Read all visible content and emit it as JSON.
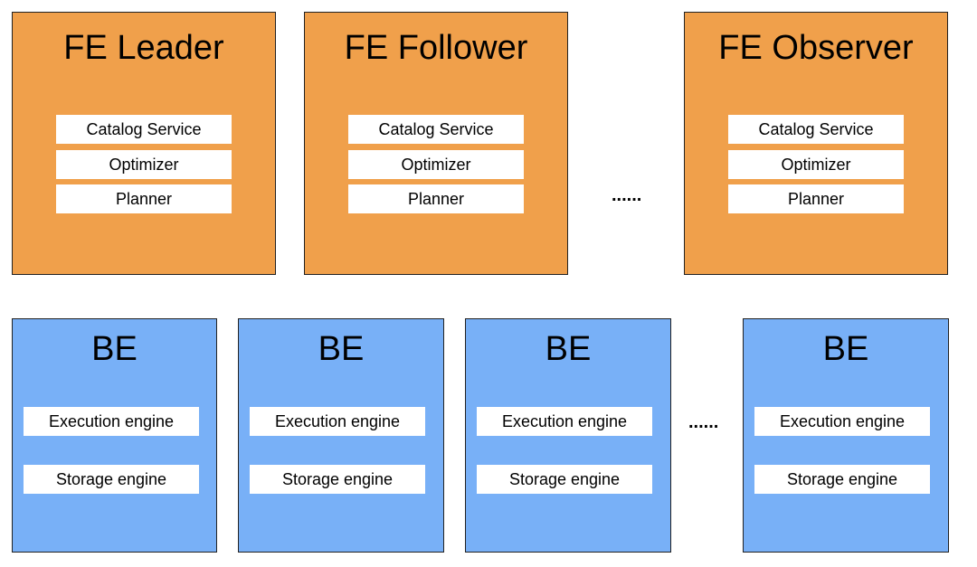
{
  "colors": {
    "fe_fill": "#f0a04b",
    "be_fill": "#78b0f7",
    "chip_fill": "#ffffff",
    "border": "#222222"
  },
  "fe_nodes": [
    {
      "title": "FE Leader",
      "components": [
        "Catalog Service",
        "Optimizer",
        "Planner"
      ]
    },
    {
      "title": "FE Follower",
      "components": [
        "Catalog Service",
        "Optimizer",
        "Planner"
      ]
    },
    {
      "title": "FE Observer",
      "components": [
        "Catalog Service",
        "Optimizer",
        "Planner"
      ]
    }
  ],
  "fe_ellipsis": "......",
  "be_nodes": [
    {
      "title": "BE",
      "components": [
        "Execution engine",
        "Storage engine"
      ]
    },
    {
      "title": "BE",
      "components": [
        "Execution engine",
        "Storage engine"
      ]
    },
    {
      "title": "BE",
      "components": [
        "Execution engine",
        "Storage engine"
      ]
    },
    {
      "title": "BE",
      "components": [
        "Execution engine",
        "Storage engine"
      ]
    }
  ],
  "be_ellipsis": "......"
}
